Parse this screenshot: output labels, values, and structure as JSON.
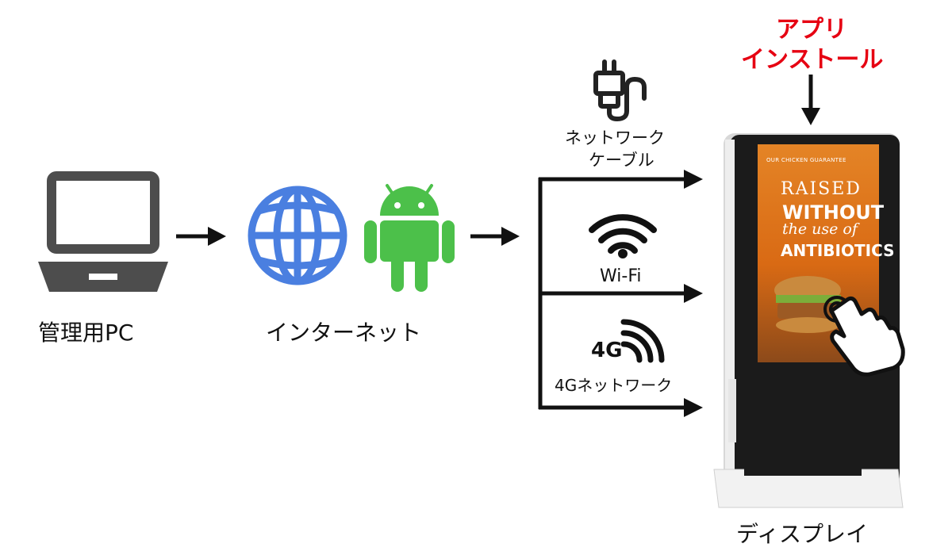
{
  "nodes": {
    "pc_label": "管理用PC",
    "internet_label": "インターネット",
    "display_label": "ディスプレイ"
  },
  "connections": {
    "cable_label_line1": "ネットワーク",
    "cable_label_line2": "ケーブル",
    "wifi_label": "Wi-Fi",
    "lte_badge": "4G",
    "lte_label": "4Gネットワーク"
  },
  "callout": {
    "line1": "アプリ",
    "line2": "インストール",
    "color": "#e60012"
  },
  "screen_ad": {
    "line1": "OUR CHICKEN GUARANTEE",
    "line2": "RAISED",
    "line3": "WITHOUT",
    "line4": "the use of",
    "line5": "ANTIBIOTICS"
  },
  "colors": {
    "globe": "#4a7fe0",
    "android": "#4cc04a",
    "laptop": "#4d4d4d",
    "ad_background": "#e07a1e"
  },
  "icons": [
    "laptop-icon",
    "globe-icon",
    "android-icon",
    "ethernet-cable-icon",
    "wifi-icon",
    "4g-signal-icon",
    "kiosk-display",
    "tap-hand-icon"
  ]
}
